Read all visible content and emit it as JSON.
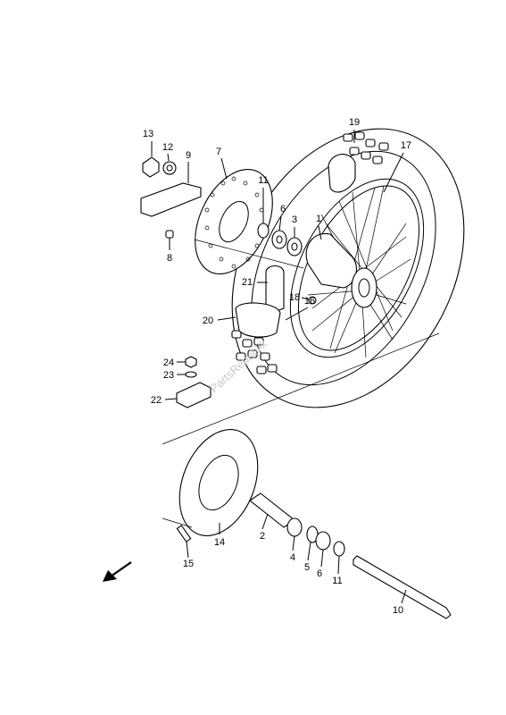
{
  "diagram": {
    "watermark": "PartsRepublik",
    "direction_icon": "front-arrow-icon",
    "callouts": [
      {
        "id": "c13",
        "label": "13"
      },
      {
        "id": "c12",
        "label": "12"
      },
      {
        "id": "c9",
        "label": "9"
      },
      {
        "id": "c8",
        "label": "8"
      },
      {
        "id": "c7",
        "label": "7"
      },
      {
        "id": "c11a",
        "label": "11"
      },
      {
        "id": "c6a",
        "label": "6"
      },
      {
        "id": "c3",
        "label": "3"
      },
      {
        "id": "c1",
        "label": "1"
      },
      {
        "id": "c19",
        "label": "19"
      },
      {
        "id": "c17",
        "label": "17"
      },
      {
        "id": "c21",
        "label": "21"
      },
      {
        "id": "c20",
        "label": "20"
      },
      {
        "id": "c18",
        "label": "18"
      },
      {
        "id": "c16",
        "label": "16"
      },
      {
        "id": "c24",
        "label": "24"
      },
      {
        "id": "c23",
        "label": "23"
      },
      {
        "id": "c22",
        "label": "22"
      },
      {
        "id": "c14",
        "label": "14"
      },
      {
        "id": "c15",
        "label": "15"
      },
      {
        "id": "c2",
        "label": "2"
      },
      {
        "id": "c4",
        "label": "4"
      },
      {
        "id": "c5",
        "label": "5"
      },
      {
        "id": "c6b",
        "label": "6"
      },
      {
        "id": "c11b",
        "label": "11"
      },
      {
        "id": "c10",
        "label": "10"
      }
    ]
  }
}
